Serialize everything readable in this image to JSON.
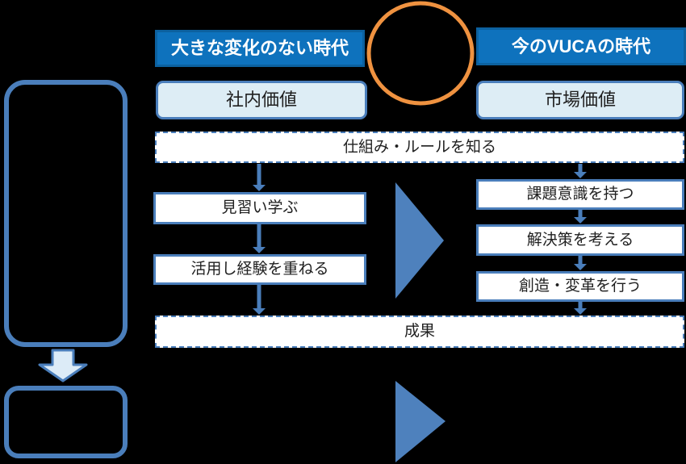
{
  "headers": {
    "left": "大きな変化のない時代",
    "right": "今のVUCAの時代"
  },
  "value_boxes": {
    "left": "社内価値",
    "right": "市場価値"
  },
  "shared": {
    "top": "仕組み・ルールを知る",
    "bottom": "成果"
  },
  "left_steps": [
    "見習い学ぶ",
    "活用し経験を重ねる"
  ],
  "right_steps": [
    "課題意識を持つ",
    "解決策を考える",
    "創造・変革を行う"
  ],
  "icons": {
    "comparison_circle": "vs-circle-icon",
    "flow_arrow": "down-arrow-icon",
    "transition_arrow": "right-triangle-arrow-icon",
    "block_arrow": "down-block-arrow-icon"
  },
  "colors": {
    "header_fill": "#0e72bd",
    "header_border": "#0c619f",
    "header_text": "#ffffff",
    "box_border": "#4a7ebb",
    "value_fill": "#ddedf5",
    "step_fill": "#ffffff",
    "triangle": "#4e81bd",
    "circle_orange": "#ef9240",
    "block_arrow_fill": "#dcebf7",
    "text": "#1f1f1f",
    "background": "#000000"
  }
}
